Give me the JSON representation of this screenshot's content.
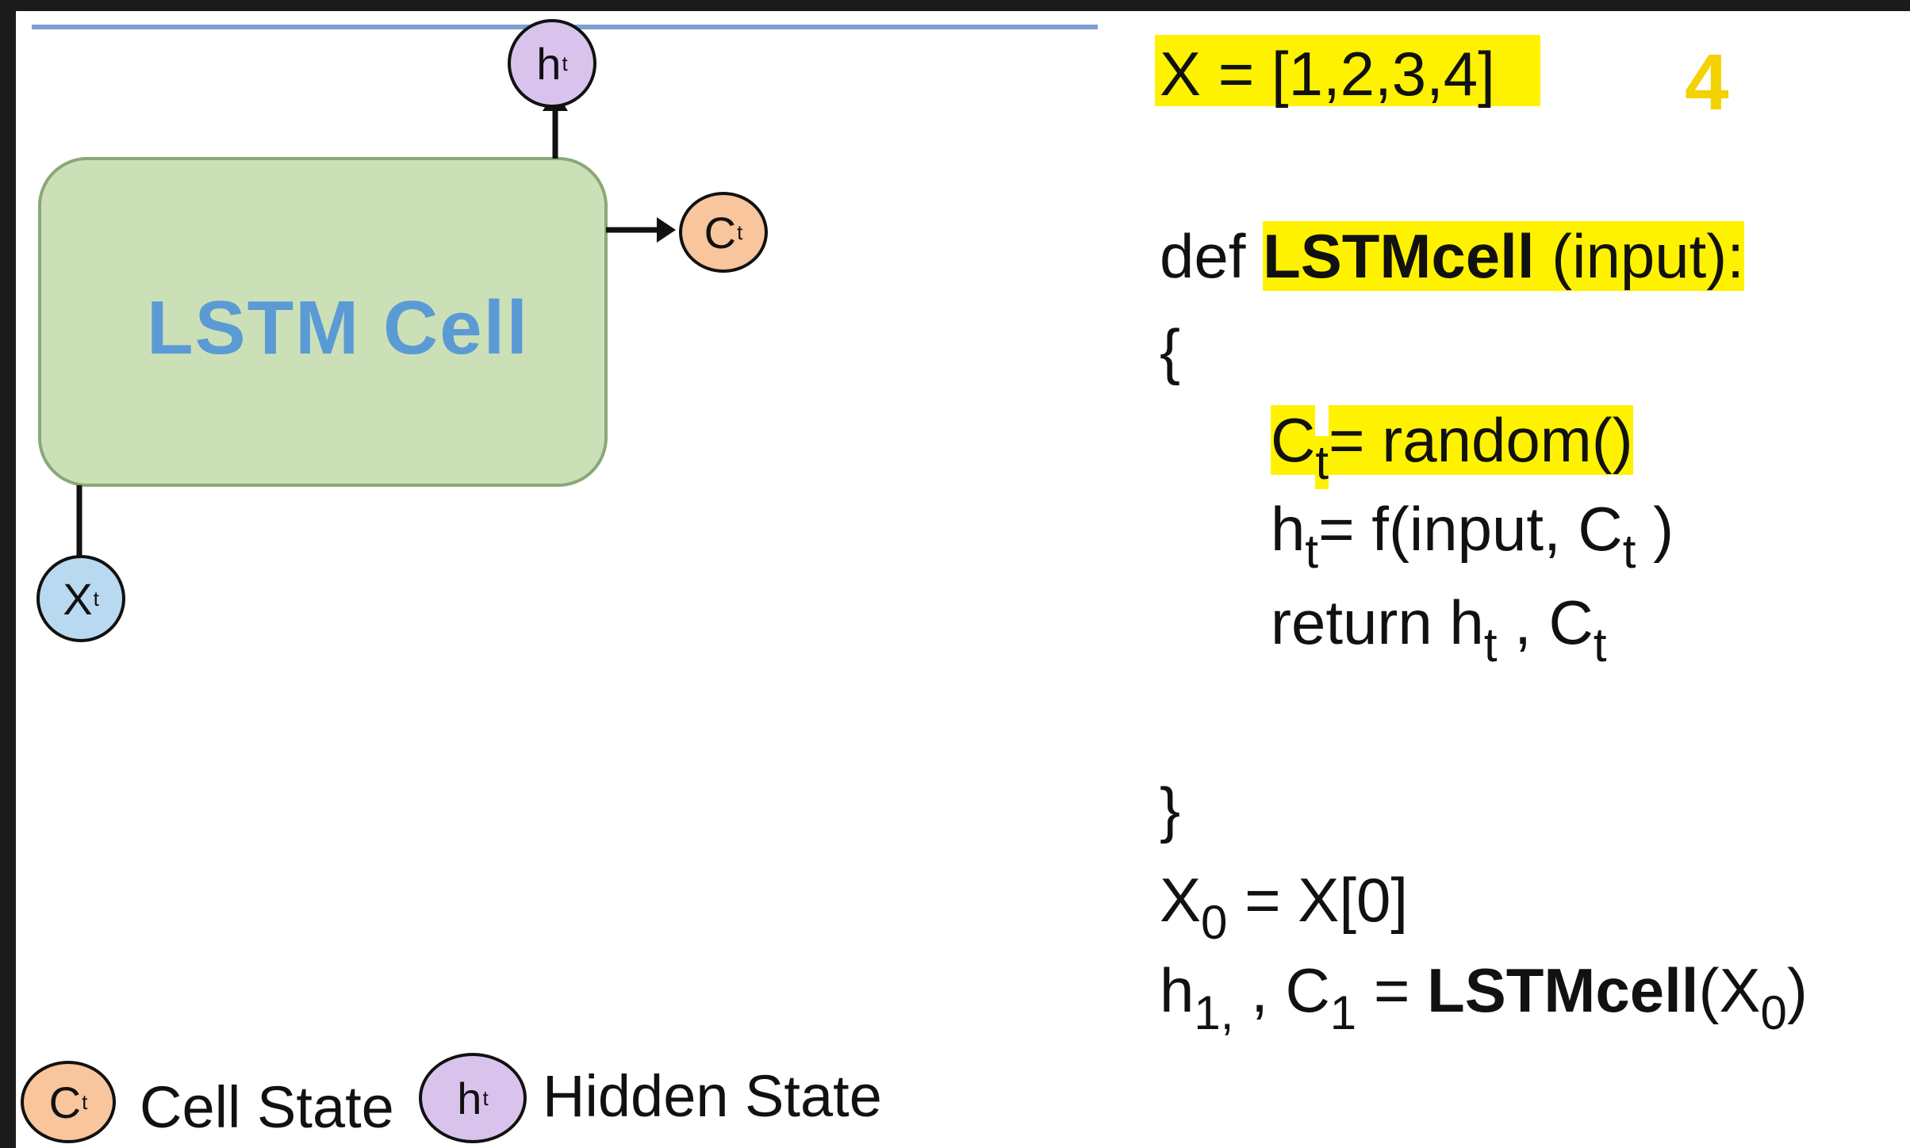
{
  "diagram": {
    "cell_label": "LSTM Cell",
    "input_symbol": {
      "base": "X",
      "sub": "t"
    },
    "hidden_symbol": {
      "base": "h",
      "sub": "t"
    },
    "cell_state_symbol": {
      "base": "C",
      "sub": "t"
    }
  },
  "legend": {
    "cell_state_label": "Cell State",
    "hidden_state_label": "Hidden State"
  },
  "code": {
    "line1": "X = [1,2,3,4]",
    "note": "4",
    "def_kw": "def ",
    "func_name": "LSTMcell",
    "def_arg": " (input):",
    "open_brace": "{",
    "ct_var": "C",
    "ct_sub": "t",
    "ct_rhs": "= random()",
    "ht_var": "h",
    "ht_sub": "t",
    "ht_rhs": "= f(input, C",
    "ht_rhs_sub": "t",
    "ht_rhs_end": " )",
    "ret_kw": "return h",
    "ret_sub1": "t",
    "ret_mid": " , C",
    "ret_sub2": "t",
    "close_brace": "}",
    "x0_var": "X",
    "x0_sub": "0",
    "x0_rhs": " =  X[0]",
    "h1_var": "h",
    "h1_sub": "1,",
    "h1_mid": " , C",
    "h1_sub2": "1",
    "h1_eq": " = ",
    "h1_call": "LSTMcell",
    "h1_arg_open": "(X",
    "h1_arg_sub": "0",
    "h1_arg_close": ")"
  },
  "colors": {
    "cell_fill": "#cce0b8",
    "label_blue": "#5b9bd5",
    "hidden_bubble": "#d9c3ec",
    "cell_state_bubble": "#f8c59c",
    "input_bubble": "#b9d9f1",
    "highlight": "#fff200",
    "top_line": "#7aa0d4"
  }
}
